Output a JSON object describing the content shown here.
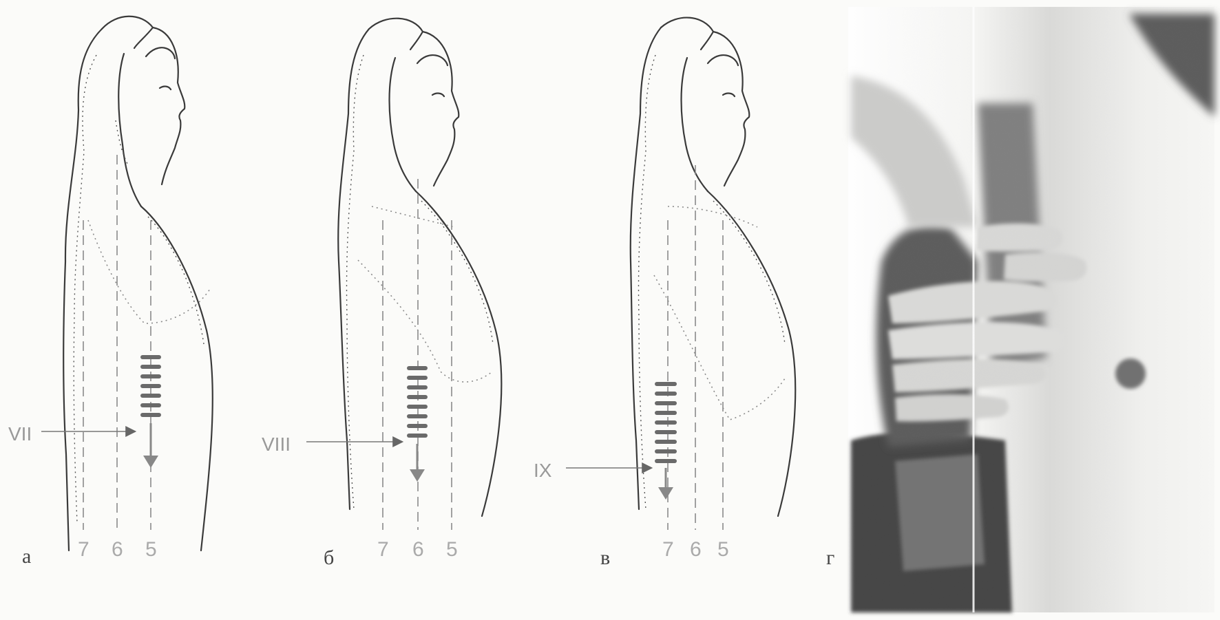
{
  "panels": [
    {
      "letter": "а",
      "arrow_label": "VII",
      "line_numbers": [
        "7",
        "6",
        "5"
      ]
    },
    {
      "letter": "б",
      "arrow_label": "VIII",
      "line_numbers": [
        "7",
        "6",
        "5"
      ]
    },
    {
      "letter": "в",
      "arrow_label": "IX",
      "line_numbers": [
        "7",
        "6",
        "5"
      ]
    },
    {
      "letter": "г"
    }
  ],
  "colors": {
    "ink": "#3a3a3a",
    "photo_light": "#e8e8e6",
    "photo_dark": "#4a4a4a"
  }
}
